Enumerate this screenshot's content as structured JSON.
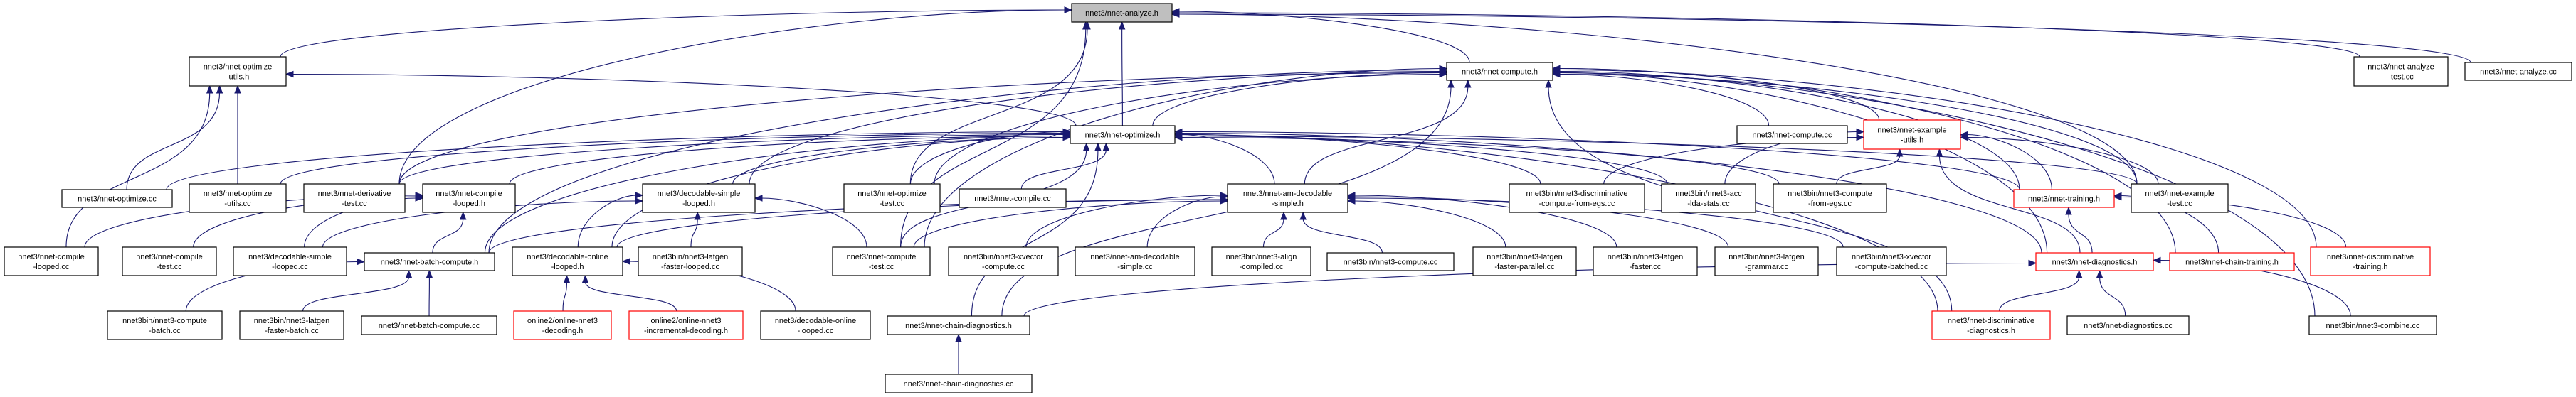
{
  "graph": {
    "title": "nnet3/nnet-analyze.h",
    "edge_color": "#191970",
    "root_fill": "#bfbfbf",
    "incomplete_border_color": "#ff0000",
    "nodes": [
      {
        "id": "analyze_h",
        "lines": [
          "nnet3/nnet-analyze.h"
        ],
        "root": true
      },
      {
        "id": "optimize_utils_h",
        "lines": [
          "nnet3/nnet-optimize",
          "-utils.h"
        ]
      },
      {
        "id": "compute_h",
        "lines": [
          "nnet3/nnet-compute.h"
        ]
      },
      {
        "id": "analyze_test_cc",
        "lines": [
          "nnet3/nnet-analyze",
          "-test.cc"
        ]
      },
      {
        "id": "analyze_cc",
        "lines": [
          "nnet3/nnet-analyze.cc"
        ]
      },
      {
        "id": "optimize_h",
        "lines": [
          "nnet3/nnet-optimize.h"
        ]
      },
      {
        "id": "compute_cc",
        "lines": [
          "nnet3/nnet-compute.cc"
        ]
      },
      {
        "id": "example_utils_h",
        "lines": [
          "nnet3/nnet-example",
          "-utils.h"
        ],
        "red": true
      },
      {
        "id": "optimize_cc",
        "lines": [
          "nnet3/nnet-optimize.cc"
        ]
      },
      {
        "id": "optimize_utils_cc",
        "lines": [
          "nnet3/nnet-optimize",
          "-utils.cc"
        ]
      },
      {
        "id": "derivative_test_cc",
        "lines": [
          "nnet3/nnet-derivative",
          "-test.cc"
        ]
      },
      {
        "id": "compile_looped_h",
        "lines": [
          "nnet3/nnet-compile",
          "-looped.h"
        ]
      },
      {
        "id": "decodable_simple_looped_h",
        "lines": [
          "nnet3/decodable-simple",
          "-looped.h"
        ]
      },
      {
        "id": "optimize_test_cc",
        "lines": [
          "nnet3/nnet-optimize",
          "-test.cc"
        ]
      },
      {
        "id": "compile_cc",
        "lines": [
          "nnet3/nnet-compile.cc"
        ]
      },
      {
        "id": "am_decodable_simple_h",
        "lines": [
          "nnet3/nnet-am-decodable",
          "-simple.h"
        ]
      },
      {
        "id": "discriminative_compute_from_egs_cc",
        "lines": [
          "nnet3bin/nnet3-discriminative",
          "-compute-from-egs.cc"
        ]
      },
      {
        "id": "acc_lda_stats_cc",
        "lines": [
          "nnet3bin/nnet3-acc",
          "-lda-stats.cc"
        ]
      },
      {
        "id": "compute_from_egs_cc",
        "lines": [
          "nnet3bin/nnet3-compute",
          "-from-egs.cc"
        ]
      },
      {
        "id": "training_h",
        "lines": [
          "nnet3/nnet-training.h"
        ],
        "red": true
      },
      {
        "id": "example_test_cc",
        "lines": [
          "nnet3/nnet-example",
          "-test.cc"
        ]
      },
      {
        "id": "compile_looped_cc",
        "lines": [
          "nnet3/nnet-compile",
          "-looped.cc"
        ]
      },
      {
        "id": "compile_test_cc",
        "lines": [
          "nnet3/nnet-compile",
          "-test.cc"
        ]
      },
      {
        "id": "decodable_simple_looped_cc",
        "lines": [
          "nnet3/decodable-simple",
          "-looped.cc"
        ]
      },
      {
        "id": "batch_compute_h",
        "lines": [
          "nnet3/nnet-batch-compute.h"
        ]
      },
      {
        "id": "decodable_online_looped_h",
        "lines": [
          "nnet3/decodable-online",
          "-looped.h"
        ]
      },
      {
        "id": "latgen_faster_looped_cc",
        "lines": [
          "nnet3bin/nnet3-latgen",
          "-faster-looped.cc"
        ]
      },
      {
        "id": "compute_test_cc",
        "lines": [
          "nnet3/nnet-compute",
          "-test.cc"
        ]
      },
      {
        "id": "xvector_compute_cc",
        "lines": [
          "nnet3bin/nnet3-xvector",
          "-compute.cc"
        ]
      },
      {
        "id": "am_decodable_simple_cc",
        "lines": [
          "nnet3/nnet-am-decodable",
          "-simple.cc"
        ]
      },
      {
        "id": "align_compiled_cc",
        "lines": [
          "nnet3bin/nnet3-align",
          "-compiled.cc"
        ]
      },
      {
        "id": "nnet3_compute_cc",
        "lines": [
          "nnet3bin/nnet3-compute.cc"
        ]
      },
      {
        "id": "latgen_faster_parallel_cc",
        "lines": [
          "nnet3bin/nnet3-latgen",
          "-faster-parallel.cc"
        ]
      },
      {
        "id": "latgen_faster_cc",
        "lines": [
          "nnet3bin/nnet3-latgen",
          "-faster.cc"
        ]
      },
      {
        "id": "latgen_grammar_cc",
        "lines": [
          "nnet3bin/nnet3-latgen",
          "-grammar.cc"
        ]
      },
      {
        "id": "xvector_compute_batched_cc",
        "lines": [
          "nnet3bin/nnet3-xvector",
          "-compute-batched.cc"
        ]
      },
      {
        "id": "diagnostics_h",
        "lines": [
          "nnet3/nnet-diagnostics.h"
        ],
        "red": true
      },
      {
        "id": "chain_training_h",
        "lines": [
          "nnet3/nnet-chain-training.h"
        ],
        "red": true
      },
      {
        "id": "discriminative_training_h",
        "lines": [
          "nnet3/nnet-discriminative",
          "-training.h"
        ],
        "red": true
      },
      {
        "id": "compute_batch_cc",
        "lines": [
          "nnet3bin/nnet3-compute",
          "-batch.cc"
        ]
      },
      {
        "id": "latgen_faster_batch_cc",
        "lines": [
          "nnet3bin/nnet3-latgen",
          "-faster-batch.cc"
        ]
      },
      {
        "id": "batch_compute_cc",
        "lines": [
          "nnet3/nnet-batch-compute.cc"
        ]
      },
      {
        "id": "online_nnet3_decoding_h",
        "lines": [
          "online2/online-nnet3",
          "-decoding.h"
        ],
        "red": true
      },
      {
        "id": "online_nnet3_incremental_decoding_h",
        "lines": [
          "online2/online-nnet3",
          "-incremental-decoding.h"
        ],
        "red": true
      },
      {
        "id": "decodable_online_looped_cc",
        "lines": [
          "nnet3/decodable-online",
          "-looped.cc"
        ]
      },
      {
        "id": "chain_diagnostics_h",
        "lines": [
          "nnet3/nnet-chain-diagnostics.h"
        ]
      },
      {
        "id": "discriminative_diagnostics_h",
        "lines": [
          "nnet3/nnet-discriminative",
          "-diagnostics.h"
        ],
        "red": true
      },
      {
        "id": "diagnostics_cc",
        "lines": [
          "nnet3/nnet-diagnostics.cc"
        ]
      },
      {
        "id": "combine_cc",
        "lines": [
          "nnet3bin/nnet3-combine.cc"
        ]
      },
      {
        "id": "chain_diagnostics_cc",
        "lines": [
          "nnet3/nnet-chain-diagnostics.cc"
        ]
      }
    ],
    "edges": [
      [
        "optimize_utils_h",
        "analyze_h"
      ],
      [
        "compute_h",
        "analyze_h"
      ],
      [
        "analyze_test_cc",
        "analyze_h"
      ],
      [
        "analyze_cc",
        "analyze_h"
      ],
      [
        "optimize_h",
        "analyze_h"
      ],
      [
        "derivative_test_cc",
        "analyze_h"
      ],
      [
        "optimize_test_cc",
        "analyze_h"
      ],
      [
        "compute_test_cc",
        "analyze_h"
      ],
      [
        "example_test_cc",
        "analyze_h"
      ],
      [
        "optimize_h",
        "optimize_utils_h"
      ],
      [
        "optimize_cc",
        "optimize_utils_h"
      ],
      [
        "optimize_utils_cc",
        "optimize_utils_h"
      ],
      [
        "compile_looped_cc",
        "optimize_utils_h"
      ],
      [
        "optimize_h",
        "compute_h"
      ],
      [
        "compute_cc",
        "compute_h"
      ],
      [
        "example_utils_h",
        "compute_h"
      ],
      [
        "am_decodable_simple_h",
        "compute_h"
      ],
      [
        "decodable_simple_looped_h",
        "compute_h"
      ],
      [
        "derivative_test_cc",
        "compute_h"
      ],
      [
        "optimize_test_cc",
        "compute_h"
      ],
      [
        "compute_test_cc",
        "compute_h"
      ],
      [
        "batch_compute_h",
        "compute_h"
      ],
      [
        "training_h",
        "compute_h"
      ],
      [
        "diagnostics_h",
        "compute_h"
      ],
      [
        "example_test_cc",
        "compute_h"
      ],
      [
        "chain_training_h",
        "compute_h"
      ],
      [
        "discriminative_training_h",
        "compute_h"
      ],
      [
        "discriminative_diagnostics_h",
        "compute_h"
      ],
      [
        "combine_cc",
        "compute_h"
      ],
      [
        "chain_diagnostics_h",
        "compute_h"
      ],
      [
        "optimize_cc",
        "optimize_h"
      ],
      [
        "optimize_utils_cc",
        "optimize_h"
      ],
      [
        "derivative_test_cc",
        "optimize_h"
      ],
      [
        "compile_looped_h",
        "optimize_h"
      ],
      [
        "decodable_simple_looped_h",
        "optimize_h"
      ],
      [
        "optimize_test_cc",
        "optimize_h"
      ],
      [
        "compile_cc",
        "optimize_h"
      ],
      [
        "am_decodable_simple_h",
        "optimize_h"
      ],
      [
        "batch_compute_h",
        "optimize_h"
      ],
      [
        "decodable_online_looped_h",
        "optimize_h"
      ],
      [
        "compute_test_cc",
        "optimize_h"
      ],
      [
        "chain_diagnostics_h",
        "optimize_h"
      ],
      [
        "discriminative_compute_from_egs_cc",
        "optimize_h"
      ],
      [
        "acc_lda_stats_cc",
        "optimize_h"
      ],
      [
        "compute_from_egs_cc",
        "optimize_h"
      ],
      [
        "training_h",
        "optimize_h"
      ],
      [
        "diagnostics_h",
        "optimize_h"
      ],
      [
        "discriminative_diagnostics_h",
        "optimize_h"
      ],
      [
        "example_test_cc",
        "optimize_h"
      ],
      [
        "discriminative_compute_from_egs_cc",
        "example_utils_h"
      ],
      [
        "acc_lda_stats_cc",
        "example_utils_h"
      ],
      [
        "compute_from_egs_cc",
        "example_utils_h"
      ],
      [
        "training_h",
        "example_utils_h"
      ],
      [
        "diagnostics_h",
        "example_utils_h"
      ],
      [
        "example_test_cc",
        "example_utils_h"
      ],
      [
        "compile_looped_cc",
        "compile_looped_h"
      ],
      [
        "compile_test_cc",
        "compile_looped_h"
      ],
      [
        "decodable_simple_looped_cc",
        "compile_looped_h"
      ],
      [
        "batch_compute_h",
        "compile_looped_h"
      ],
      [
        "decodable_simple_looped_cc",
        "decodable_simple_looped_h"
      ],
      [
        "decodable_online_looped_h",
        "decodable_simple_looped_h"
      ],
      [
        "latgen_faster_looped_cc",
        "decodable_simple_looped_h"
      ],
      [
        "compute_test_cc",
        "decodable_simple_looped_h"
      ],
      [
        "batch_compute_h",
        "am_decodable_simple_h"
      ],
      [
        "compute_test_cc",
        "am_decodable_simple_h"
      ],
      [
        "xvector_compute_cc",
        "am_decodable_simple_h"
      ],
      [
        "am_decodable_simple_cc",
        "am_decodable_simple_h"
      ],
      [
        "align_compiled_cc",
        "am_decodable_simple_h"
      ],
      [
        "nnet3_compute_cc",
        "am_decodable_simple_h"
      ],
      [
        "latgen_faster_parallel_cc",
        "am_decodable_simple_h"
      ],
      [
        "latgen_faster_cc",
        "am_decodable_simple_h"
      ],
      [
        "latgen_grammar_cc",
        "am_decodable_simple_h"
      ],
      [
        "xvector_compute_batched_cc",
        "am_decodable_simple_h"
      ],
      [
        "decodable_online_looped_h",
        "am_decodable_simple_h"
      ],
      [
        "diagnostics_h",
        "training_h"
      ],
      [
        "chain_training_h",
        "training_h"
      ],
      [
        "discriminative_training_h",
        "training_h"
      ],
      [
        "compute_batch_cc",
        "batch_compute_h"
      ],
      [
        "latgen_faster_batch_cc",
        "batch_compute_h"
      ],
      [
        "batch_compute_cc",
        "batch_compute_h"
      ],
      [
        "online_nnet3_decoding_h",
        "decodable_online_looped_h"
      ],
      [
        "online_nnet3_incremental_decoding_h",
        "decodable_online_looped_h"
      ],
      [
        "decodable_online_looped_cc",
        "decodable_online_looped_h"
      ],
      [
        "chain_diagnostics_h",
        "diagnostics_h"
      ],
      [
        "discriminative_diagnostics_h",
        "diagnostics_h"
      ],
      [
        "diagnostics_cc",
        "diagnostics_h"
      ],
      [
        "combine_cc",
        "diagnostics_h"
      ],
      [
        "chain_diagnostics_cc",
        "chain_diagnostics_h"
      ]
    ]
  }
}
